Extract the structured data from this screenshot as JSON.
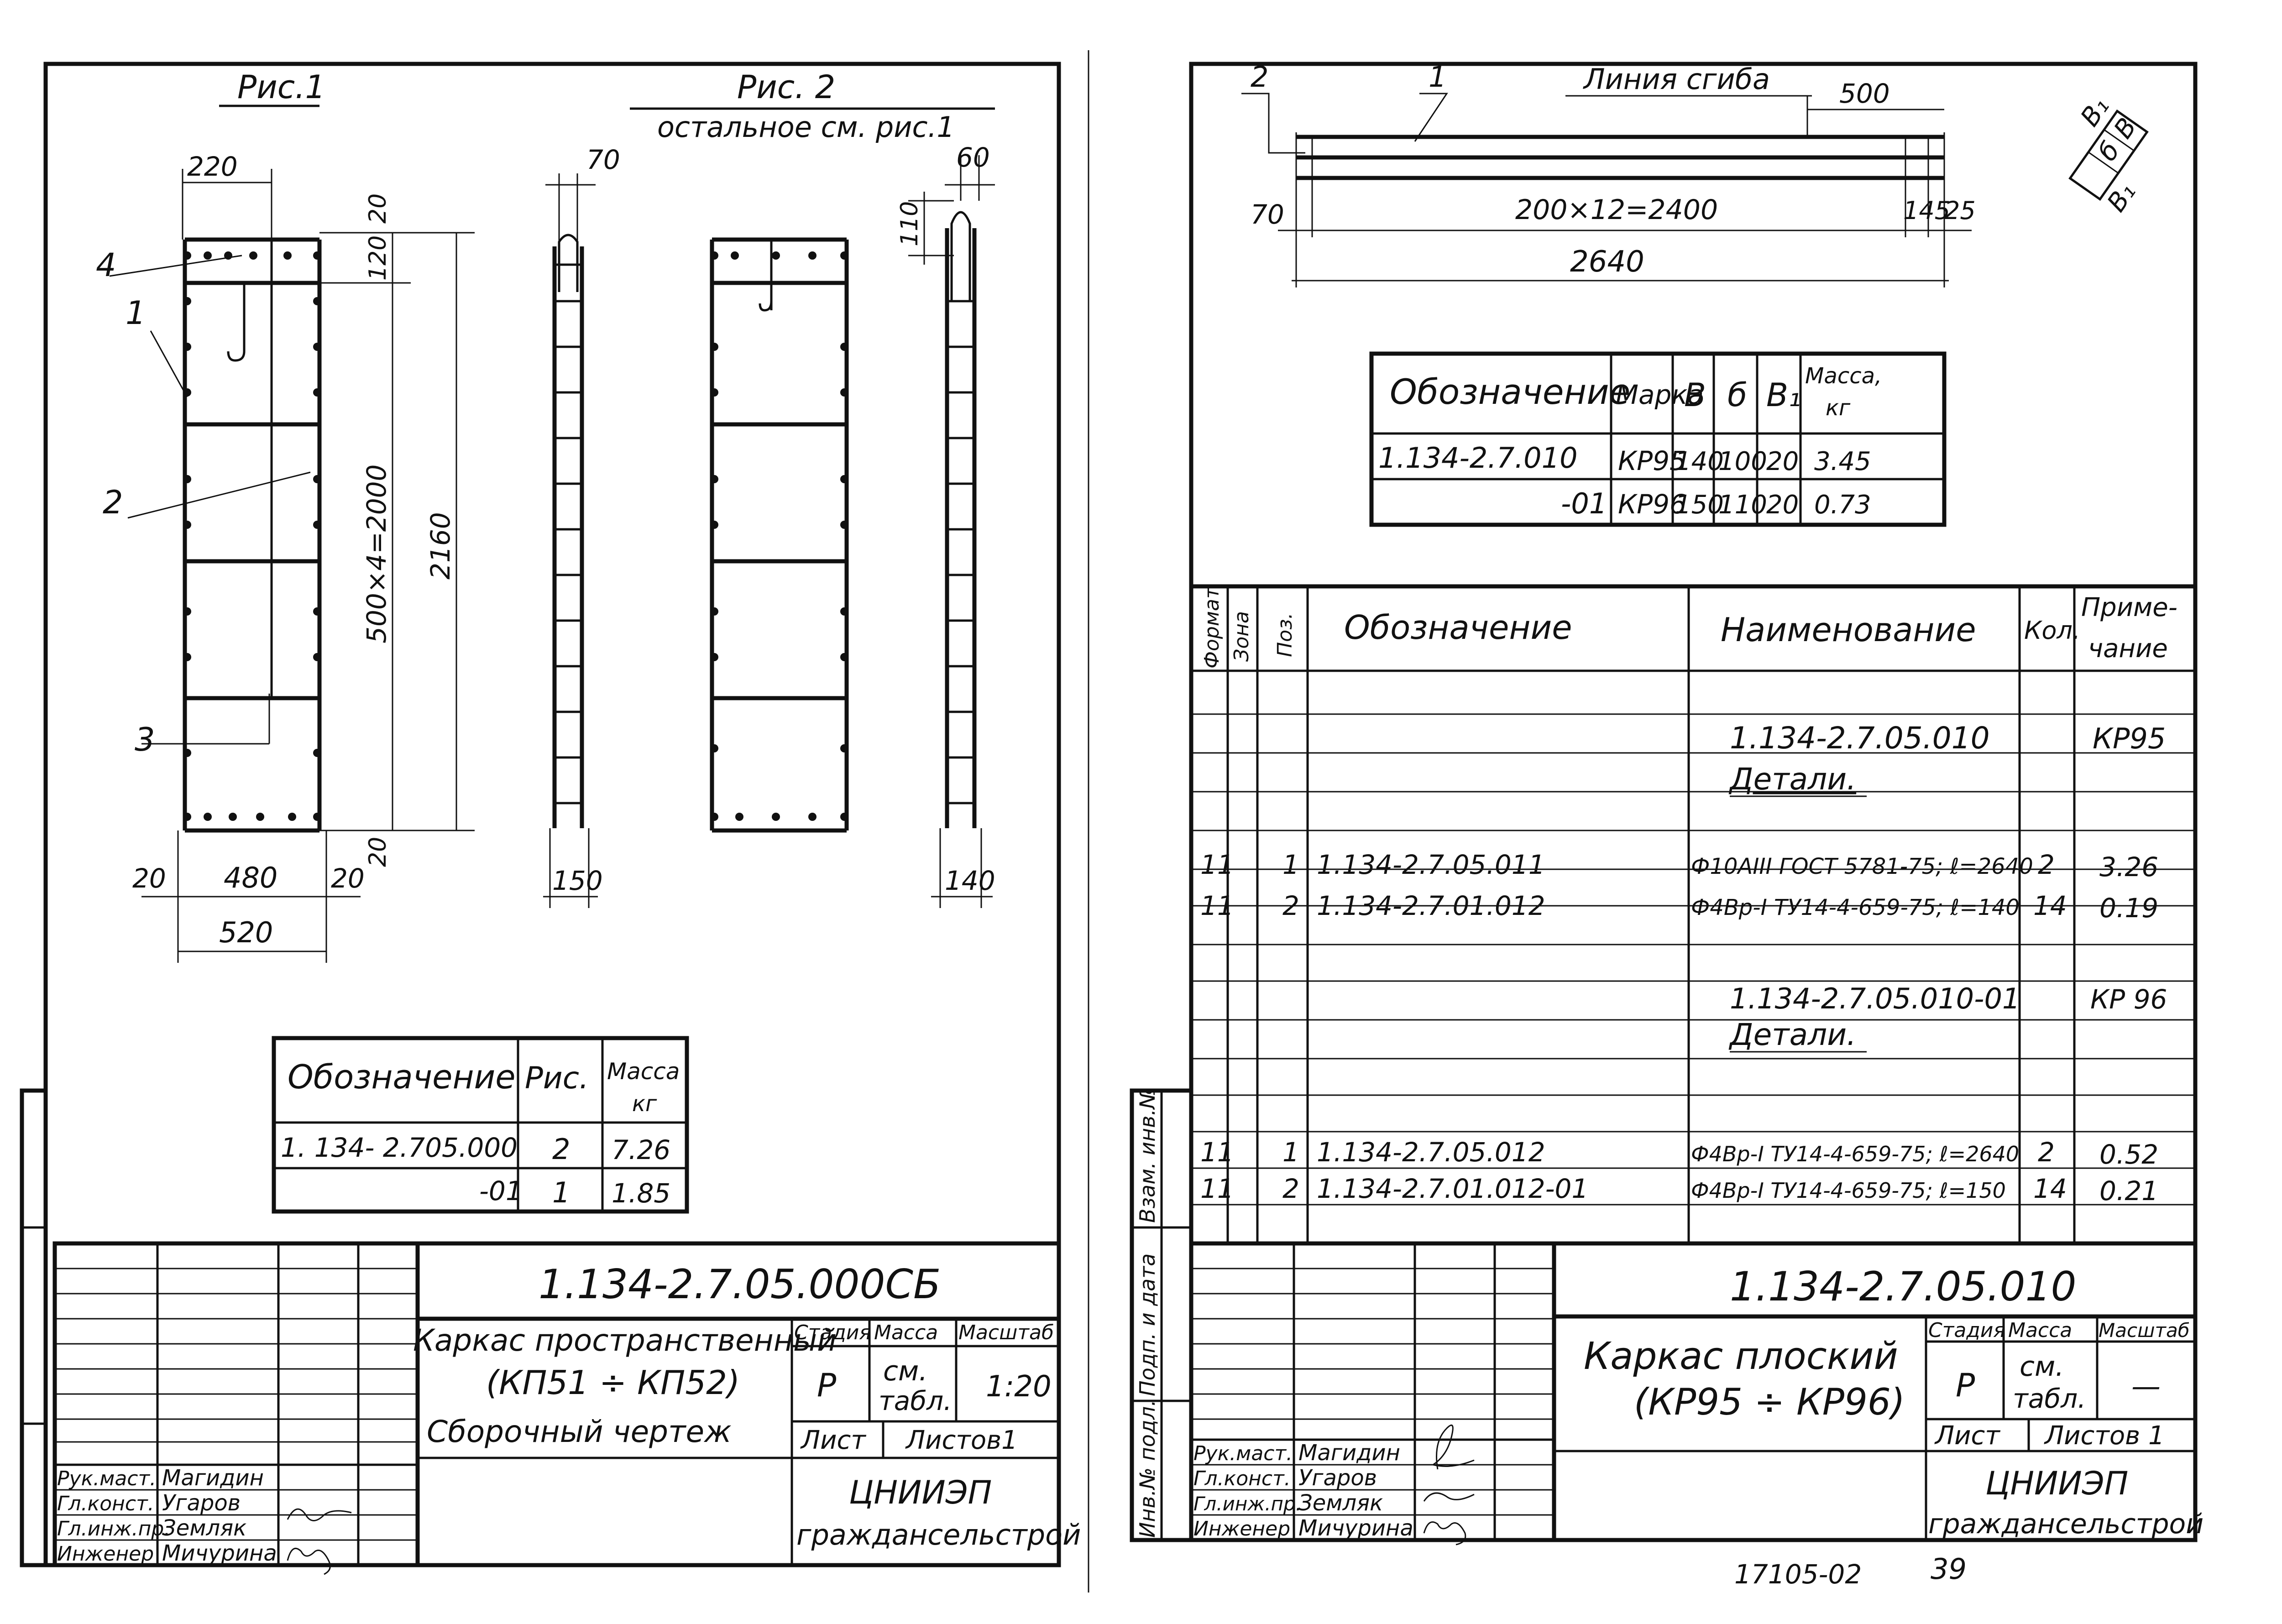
{
  "left_sheet": {
    "fig1_title": "Рис.1",
    "fig2_title": "Рис. 2",
    "fig2_note": "остальное см. рис.1",
    "dims": {
      "d220": "220",
      "d120": "120",
      "d20a": "20",
      "d2160": "2160",
      "d500x4": "500×4=2000",
      "d20b": "20",
      "d20c": "20",
      "d480": "480",
      "d20d": "20",
      "d520": "520",
      "d70": "70",
      "d150": "150",
      "d60": "60",
      "d110": "110",
      "d140": "140"
    },
    "callouts": {
      "c1": "1",
      "c2": "2",
      "c3": "3",
      "c4": "4"
    },
    "mass_table": {
      "headers": [
        "Обозначение",
        "Рис.",
        "Масса кг"
      ],
      "head_mass_1": "Масса",
      "head_mass_2": "кг",
      "rows": [
        {
          "code": "1. 134- 2.705.000",
          "fig": "2",
          "mass": "7.26"
        },
        {
          "code": "-01",
          "fig": "1",
          "mass": "1.85"
        }
      ]
    },
    "title_block": {
      "doc_number": "1.134-2.7.05.000СБ",
      "name_line1": "Каркас пространственный",
      "name_line2": "(КП51 ÷ КП52)",
      "name_line3": "Сборочный чертеж",
      "stage_label": "Стадия",
      "mass_label": "Масса",
      "scale_label": "Масштаб",
      "stage_value": "Р",
      "mass_value_1": "см.",
      "mass_value_2": "табл.",
      "scale_value": "1:20",
      "sheet_label": "Лист",
      "sheets_label": "Листов1",
      "org_1": "ЦНИИЭП",
      "org_2": "граждансельстрой",
      "roles": [
        "Рук.маст.",
        "Гл.конст.",
        "Гл.инж.пр.",
        "Инженер"
      ],
      "names": [
        "Магидин",
        "Угаров",
        "Земляк",
        "Мичурина"
      ]
    }
  },
  "right_sheet": {
    "bend_line": "Линия сгиба",
    "dims": {
      "d500": "500",
      "d70": "70",
      "d200x12": "200×12=2400",
      "d145": "145",
      "d25": "25",
      "d2640": "2640"
    },
    "callouts": {
      "c1": "1",
      "c2": "2"
    },
    "section_labels": {
      "b1a": "В₁",
      "b_small": "б",
      "b_big": "В",
      "b1b": "В₁"
    },
    "mark_table": {
      "headers": [
        "Обозначение",
        "Марка",
        "В",
        "б",
        "В₁",
        "Масса, кг"
      ],
      "head_mass_1": "Масса,",
      "head_mass_2": "кг",
      "rows": [
        {
          "code": "1.134-2.7.010",
          "mark": "КР95",
          "B": "140",
          "b": "100",
          "B1": "20",
          "mass": "3.45"
        },
        {
          "code": "-01",
          "mark": "КР96",
          "B": "150",
          "b": "110",
          "B1": "20",
          "mass": "0.73"
        }
      ]
    },
    "spec_table": {
      "headers": {
        "format": "Формат",
        "zone": "Зона",
        "pos": "Поз.",
        "designation": "Обозначение",
        "name": "Наименование",
        "qty": "Кол.",
        "note_1": "Приме-",
        "note_2": "чание"
      },
      "rows": [
        {
          "format": "",
          "pos": "",
          "des": "",
          "name": "1.134-2.7.05.010",
          "qty": "",
          "note": "КР95"
        },
        {
          "format": "",
          "pos": "",
          "des": "",
          "name": "Детали.",
          "qty": "",
          "note": ""
        },
        {
          "format": "11",
          "pos": "1",
          "des": "1.134-2.7.05.011",
          "name": "Ф10АIII ГОСТ 5781-75; ℓ=2640",
          "qty": "2",
          "note": "3.26"
        },
        {
          "format": "11",
          "pos": "2",
          "des": "1.134-2.7.01.012",
          "name": "Ф4Вр-I ТУ14-4-659-75; ℓ=140",
          "qty": "14",
          "note": "0.19"
        },
        {
          "format": "",
          "pos": "",
          "des": "",
          "name": "1.134-2.7.05.010-01",
          "qty": "",
          "note": "КР 96"
        },
        {
          "format": "",
          "pos": "",
          "des": "",
          "name": "Детали.",
          "qty": "",
          "note": ""
        },
        {
          "format": "11",
          "pos": "1",
          "des": "1.134-2.7.05.012",
          "name": "Ф4Вр-I ТУ14-4-659-75; ℓ=2640",
          "qty": "2",
          "note": "0.52"
        },
        {
          "format": "11",
          "pos": "2",
          "des": "1.134-2.7.01.012-01",
          "name": "Ф4Вр-I ТУ14-4-659-75; ℓ=150",
          "qty": "14",
          "note": "0.21"
        }
      ]
    },
    "side_stamp": [
      "Инв.№ подл.",
      "Подп. и дата",
      "Взам. инв.№"
    ],
    "title_block": {
      "doc_number": "1.134-2.7.05.010",
      "name_line1": "Каркас плоский",
      "name_line2": "(КР95 ÷ КР96)",
      "stage_label": "Стадия",
      "mass_label": "Масса",
      "scale_label": "Масштаб",
      "stage_value": "Р",
      "mass_value_1": "см.",
      "mass_value_2": "табл.",
      "scale_value": "—",
      "sheet_label": "Лист",
      "sheets_label": "Листов 1",
      "org_1": "ЦНИИЭП",
      "org_2": "граждансельстрой",
      "roles": [
        "Рук.маст.",
        "Гл.конст.",
        "Гл.инж.пр.",
        "Инженер"
      ],
      "names": [
        "Магидин",
        "Угаров",
        "Земляк",
        "Мичурина"
      ]
    },
    "footer_code": "17105-02",
    "page_number": "39"
  }
}
